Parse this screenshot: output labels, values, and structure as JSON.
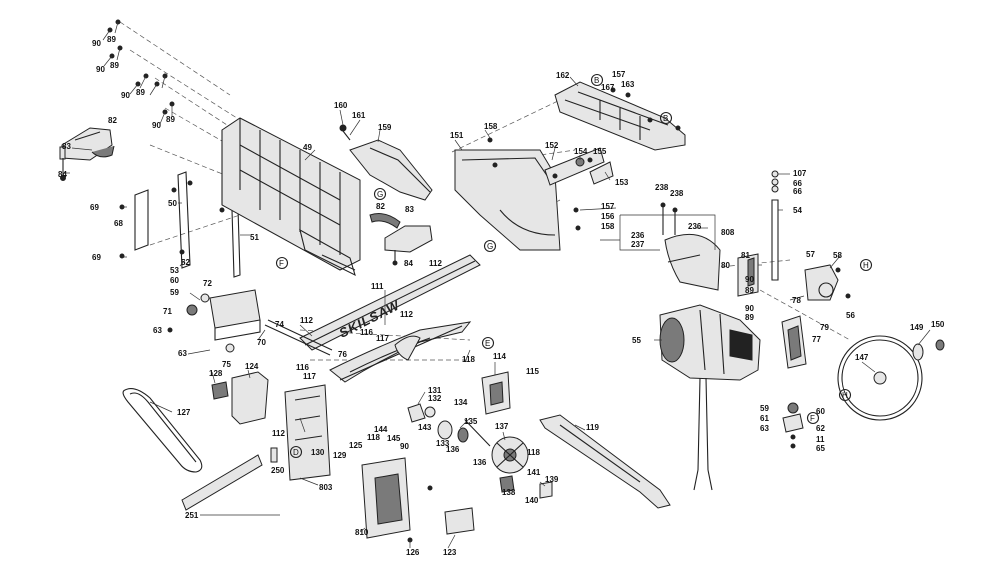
{
  "brand": "SKILSAW",
  "colors": {
    "line": "#222222",
    "fill": "#e6e6e6",
    "dark": "#7a7a7a"
  },
  "labels": [
    {
      "id": "l90a",
      "text": "90"
    },
    {
      "id": "l89a",
      "text": "89"
    },
    {
      "id": "l90b",
      "text": "90"
    },
    {
      "id": "l89b",
      "text": "89"
    },
    {
      "id": "l90c",
      "text": "90"
    },
    {
      "id": "l89c",
      "text": "89"
    },
    {
      "id": "l90d",
      "text": "90"
    },
    {
      "id": "l89d",
      "text": "89"
    },
    {
      "id": "l82a",
      "text": "82"
    },
    {
      "id": "l83a",
      "text": "83"
    },
    {
      "id": "l84a",
      "text": "84"
    },
    {
      "id": "l69a",
      "text": "69"
    },
    {
      "id": "l68",
      "text": "68"
    },
    {
      "id": "l69b",
      "text": "69"
    },
    {
      "id": "l50",
      "text": "50"
    },
    {
      "id": "l49",
      "text": "49"
    },
    {
      "id": "l51",
      "text": "51"
    },
    {
      "id": "l52",
      "text": "52"
    },
    {
      "id": "l53",
      "text": "53"
    },
    {
      "id": "l160",
      "text": "160"
    },
    {
      "id": "l161",
      "text": "161"
    },
    {
      "id": "l159",
      "text": "159"
    },
    {
      "id": "l82b",
      "text": "82"
    },
    {
      "id": "l83b",
      "text": "83"
    },
    {
      "id": "l84b",
      "text": "84"
    },
    {
      "id": "l151",
      "text": "151"
    },
    {
      "id": "l158a",
      "text": "158"
    },
    {
      "id": "l152",
      "text": "152"
    },
    {
      "id": "l154",
      "text": "154"
    },
    {
      "id": "l155",
      "text": "155"
    },
    {
      "id": "l153",
      "text": "153"
    },
    {
      "id": "l157a",
      "text": "157"
    },
    {
      "id": "l156",
      "text": "156"
    },
    {
      "id": "l158b",
      "text": "158"
    },
    {
      "id": "l162",
      "text": "162"
    },
    {
      "id": "l167",
      "text": "167"
    },
    {
      "id": "l157b",
      "text": "157"
    },
    {
      "id": "l163",
      "text": "163"
    },
    {
      "id": "l238a",
      "text": "238"
    },
    {
      "id": "l238b",
      "text": "238"
    },
    {
      "id": "l236a",
      "text": "236"
    },
    {
      "id": "l236b",
      "text": "236"
    },
    {
      "id": "l237",
      "text": "237"
    },
    {
      "id": "l808",
      "text": "808"
    },
    {
      "id": "l107",
      "text": "107"
    },
    {
      "id": "l66a",
      "text": "66"
    },
    {
      "id": "l66b",
      "text": "66"
    },
    {
      "id": "l54",
      "text": "54"
    },
    {
      "id": "l80",
      "text": "80"
    },
    {
      "id": "l81",
      "text": "81"
    },
    {
      "id": "l57",
      "text": "57"
    },
    {
      "id": "l58",
      "text": "58"
    },
    {
      "id": "l78",
      "text": "78"
    },
    {
      "id": "l79",
      "text": "79"
    },
    {
      "id": "l56",
      "text": "56"
    },
    {
      "id": "l77",
      "text": "77"
    },
    {
      "id": "l90e",
      "text": "90"
    },
    {
      "id": "l89e",
      "text": "89"
    },
    {
      "id": "l90f",
      "text": "90"
    },
    {
      "id": "l89f",
      "text": "89"
    },
    {
      "id": "l55",
      "text": "55"
    },
    {
      "id": "l149",
      "text": "149"
    },
    {
      "id": "l150",
      "text": "150"
    },
    {
      "id": "l147",
      "text": "147"
    },
    {
      "id": "l59b",
      "text": "59"
    },
    {
      "id": "l60b",
      "text": "60"
    },
    {
      "id": "l61",
      "text": "61"
    },
    {
      "id": "l62",
      "text": "62"
    },
    {
      "id": "l63c",
      "text": "63"
    },
    {
      "id": "l11",
      "text": "11"
    },
    {
      "id": "l65",
      "text": "65"
    },
    {
      "id": "l111",
      "text": "111"
    },
    {
      "id": "l112a",
      "text": "112"
    },
    {
      "id": "l112b",
      "text": "112"
    },
    {
      "id": "l112c",
      "text": "112"
    },
    {
      "id": "l116a",
      "text": "116"
    },
    {
      "id": "l117a",
      "text": "117"
    },
    {
      "id": "l60a",
      "text": "60"
    },
    {
      "id": "l72",
      "text": "72"
    },
    {
      "id": "l59a",
      "text": "59"
    },
    {
      "id": "l71",
      "text": "71"
    },
    {
      "id": "l63a",
      "text": "63"
    },
    {
      "id": "l63b",
      "text": "63"
    },
    {
      "id": "l70",
      "text": "70"
    },
    {
      "id": "l74",
      "text": "74"
    },
    {
      "id": "l75",
      "text": "75"
    },
    {
      "id": "l76",
      "text": "76"
    },
    {
      "id": "l118a",
      "text": "118"
    },
    {
      "id": "l114",
      "text": "114"
    },
    {
      "id": "l115",
      "text": "115"
    },
    {
      "id": "l124",
      "text": "124"
    },
    {
      "id": "l128",
      "text": "128"
    },
    {
      "id": "l127",
      "text": "127"
    },
    {
      "id": "l116b",
      "text": "116"
    },
    {
      "id": "l117b",
      "text": "117"
    },
    {
      "id": "l131",
      "text": "131"
    },
    {
      "id": "l132",
      "text": "132"
    },
    {
      "id": "l134",
      "text": "134"
    },
    {
      "id": "l135",
      "text": "135"
    },
    {
      "id": "l133",
      "text": "133"
    },
    {
      "id": "l136a",
      "text": "136"
    },
    {
      "id": "l136b",
      "text": "136"
    },
    {
      "id": "l137",
      "text": "137"
    },
    {
      "id": "l118b",
      "text": "118"
    },
    {
      "id": "l141",
      "text": "141"
    },
    {
      "id": "l139",
      "text": "139"
    },
    {
      "id": "l138",
      "text": "138"
    },
    {
      "id": "l140",
      "text": "140"
    },
    {
      "id": "l119",
      "text": "119"
    },
    {
      "id": "l112d",
      "text": "112"
    },
    {
      "id": "l130",
      "text": "130"
    },
    {
      "id": "l129",
      "text": "129"
    },
    {
      "id": "l125",
      "text": "125"
    },
    {
      "id": "l118c",
      "text": "118"
    },
    {
      "id": "l144",
      "text": "144"
    },
    {
      "id": "l145",
      "text": "145"
    },
    {
      "id": "l90g",
      "text": "90"
    },
    {
      "id": "l143",
      "text": "143"
    },
    {
      "id": "l250",
      "text": "250"
    },
    {
      "id": "l803",
      "text": "803"
    },
    {
      "id": "l251",
      "text": "251"
    },
    {
      "id": "l810",
      "text": "810"
    },
    {
      "id": "l126",
      "text": "126"
    },
    {
      "id": "l123",
      "text": "123"
    }
  ],
  "refs": [
    {
      "id": "rB1",
      "text": "B"
    },
    {
      "id": "rB2",
      "text": "B"
    },
    {
      "id": "rG1",
      "text": "G"
    },
    {
      "id": "rG2",
      "text": "G"
    },
    {
      "id": "rF1",
      "text": "F"
    },
    {
      "id": "rF2",
      "text": "F"
    },
    {
      "id": "rE",
      "text": "E"
    },
    {
      "id": "rD",
      "text": "D"
    },
    {
      "id": "rH1",
      "text": "H"
    },
    {
      "id": "rH2",
      "text": "H"
    }
  ]
}
